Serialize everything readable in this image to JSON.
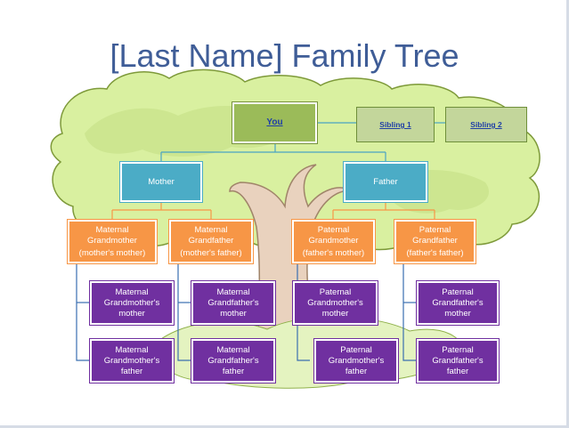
{
  "title": "[Last Name] Family Tree",
  "you": "You",
  "siblings": [
    "Sibling 1",
    "Sibling 2"
  ],
  "parents": {
    "mother": "Mother",
    "father": "Father"
  },
  "grandparents": [
    {
      "line1": "Maternal",
      "line2": "Grandmother",
      "line3": "(mother's mother)"
    },
    {
      "line1": "Maternal",
      "line2": "Grandfather",
      "line3": "(mother's father)"
    },
    {
      "line1": "Paternal",
      "line2": "Grandmother",
      "line3": "(father's mother)"
    },
    {
      "line1": "Paternal",
      "line2": "Grandfather",
      "line3": "(father's father)"
    }
  ],
  "great_grandparents_row1": [
    {
      "line1": "Maternal",
      "line2": "Grandmother's",
      "line3": "mother"
    },
    {
      "line1": "Maternal",
      "line2": "Grandfather's",
      "line3": "mother"
    },
    {
      "line1": "Paternal",
      "line2": "Grandmother's",
      "line3": "mother"
    },
    {
      "line1": "Paternal",
      "line2": "Grandfather's",
      "line3": "mother"
    }
  ],
  "great_grandparents_row2": [
    {
      "line1": "Maternal",
      "line2": "Grandmother's",
      "line3": "father"
    },
    {
      "line1": "Maternal",
      "line2": "Grandfather's",
      "line3": "father"
    },
    {
      "line1": "Paternal",
      "line2": "Grandmother's",
      "line3": "father"
    },
    {
      "line1": "Paternal",
      "line2": "Grandfather's",
      "line3": "father"
    }
  ],
  "colors": {
    "title": "#3f5d97",
    "you": "#9bbb59",
    "sibling": "#c3d69b",
    "parent": "#4bacc6",
    "grandparent": "#f79646",
    "great_grandparent": "#7030a0",
    "canopy": "#d9f0a0",
    "trunk": "#e9d2be"
  }
}
